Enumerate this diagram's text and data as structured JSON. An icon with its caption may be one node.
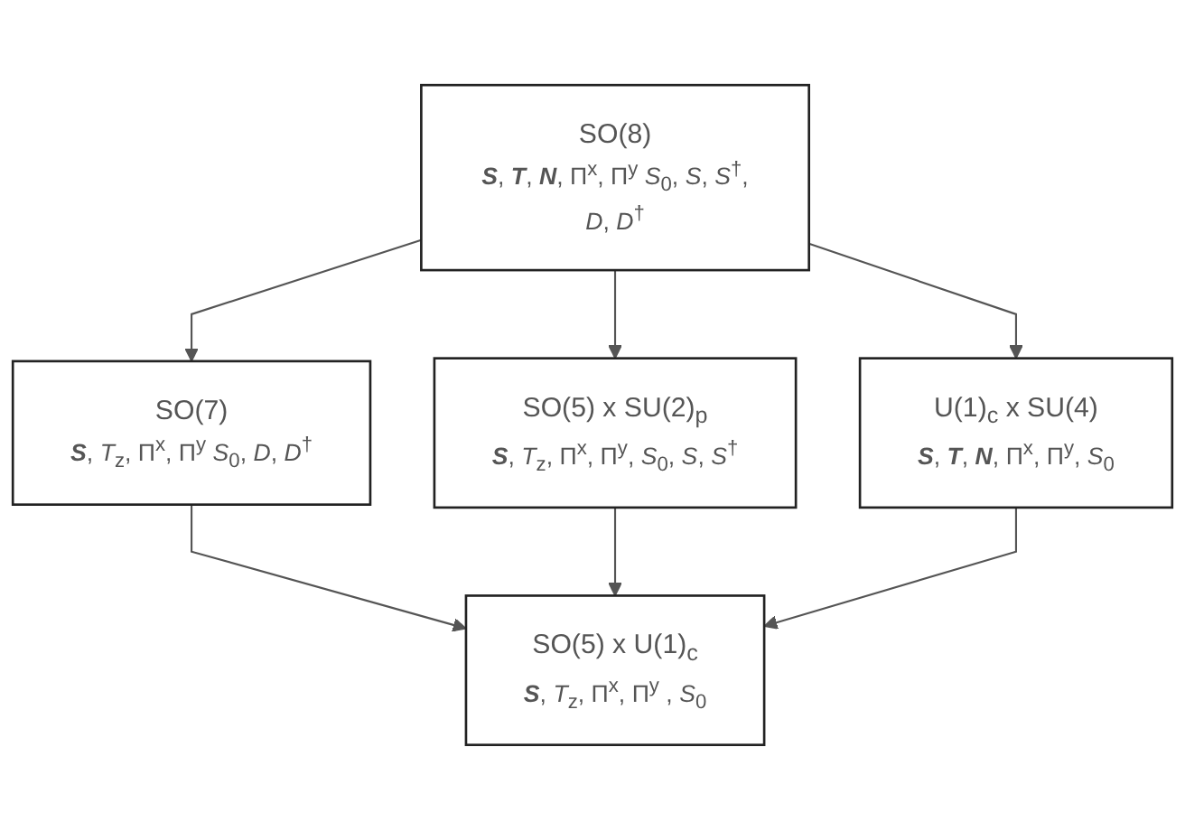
{
  "diagram": {
    "nodes": [
      {
        "text": [
          "SO(8)",
          "**S**, **T**, **N**, Π$^{x}$, Π$^{y}$ *S*$_{0}$, *S*, *S*$^{†}$, *D*, *D*$^{†}$"
        ]
      },
      {
        "text": [
          "SO(7)",
          "**S**, *T*$_{z}$, Π$^{x}$, Π$^{y}$ *S*$_{0}$, *D*, *D*$^{†}$"
        ]
      },
      {
        "text": [
          "SO(5) x SU(2)$_{p}$",
          "**S**, *T*$_{z}$, Π$^{x}$, Π$^{y}$, *S*$_{0}$, *S*, *S*$^{†}$"
        ]
      },
      {
        "text": [
          "U(1)$_{c}$ x SU(4)",
          "**S**, **T**, **N**, Π$^{x}$, Π$^{y}$, *S*$_{0}$"
        ]
      },
      {
        "text": [
          "SO(5) x U(1)$_{c}$",
          "**S**, *T*$_{z}$, Π$^{x}$, Π$^{y}$ , *S*$_{0}$"
        ]
      }
    ],
    "edges": [
      {
        "from": 0,
        "to": 1,
        "arrow": "to"
      },
      {
        "from": 0,
        "to": 2,
        "arrow": "to"
      },
      {
        "from": 0,
        "to": 3,
        "arrow": "to"
      },
      {
        "from": 1,
        "to": 4,
        "arrow": "to"
      },
      {
        "from": 2,
        "to": 4,
        "arrow": "to"
      },
      {
        "from": 3,
        "to": 4,
        "arrow": "to"
      }
    ]
  }
}
